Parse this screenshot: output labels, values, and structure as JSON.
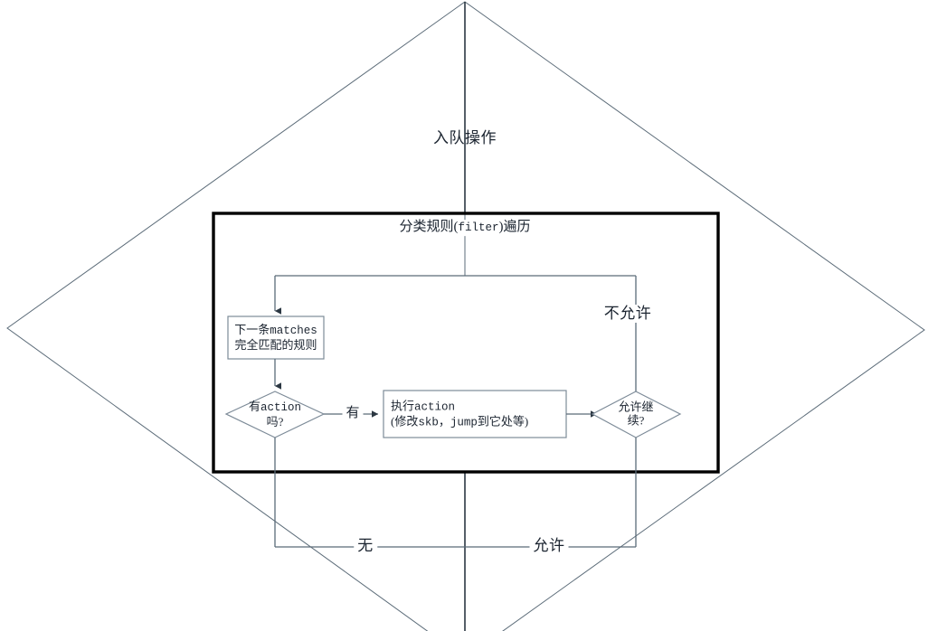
{
  "diagram": {
    "title_node": "入队操作",
    "group_box": {
      "label_prefix": "分类规则(",
      "label_mono": "filter",
      "label_suffix": ")遍历"
    },
    "nodes": {
      "next_rule": {
        "line1_cjk": "下一条",
        "line1_mono": "matches",
        "line2": "完全匹配的规则"
      },
      "has_action": {
        "line1_cjk": "有",
        "line1_mono": "action",
        "line2": "吗?"
      },
      "do_action": {
        "line1_cjk": "执行",
        "line1_mono": "action",
        "line2_a": "(修改",
        "line2_mono_a": "skb",
        "line2_b": "，",
        "line2_mono_b": "jump",
        "line2_c": "到它处等)"
      },
      "allow_continue": {
        "line1": "允许继",
        "line2": "续?"
      }
    },
    "edge_labels": {
      "not_allowed": "不允许",
      "has": "有",
      "none": "无",
      "allowed": "允许"
    },
    "colors": {
      "stroke_thin": "#5b6b78",
      "stroke_thick": "#000000",
      "node_border": "#7d8b98",
      "text": "#1b2430",
      "background": "#ffffff"
    }
  }
}
